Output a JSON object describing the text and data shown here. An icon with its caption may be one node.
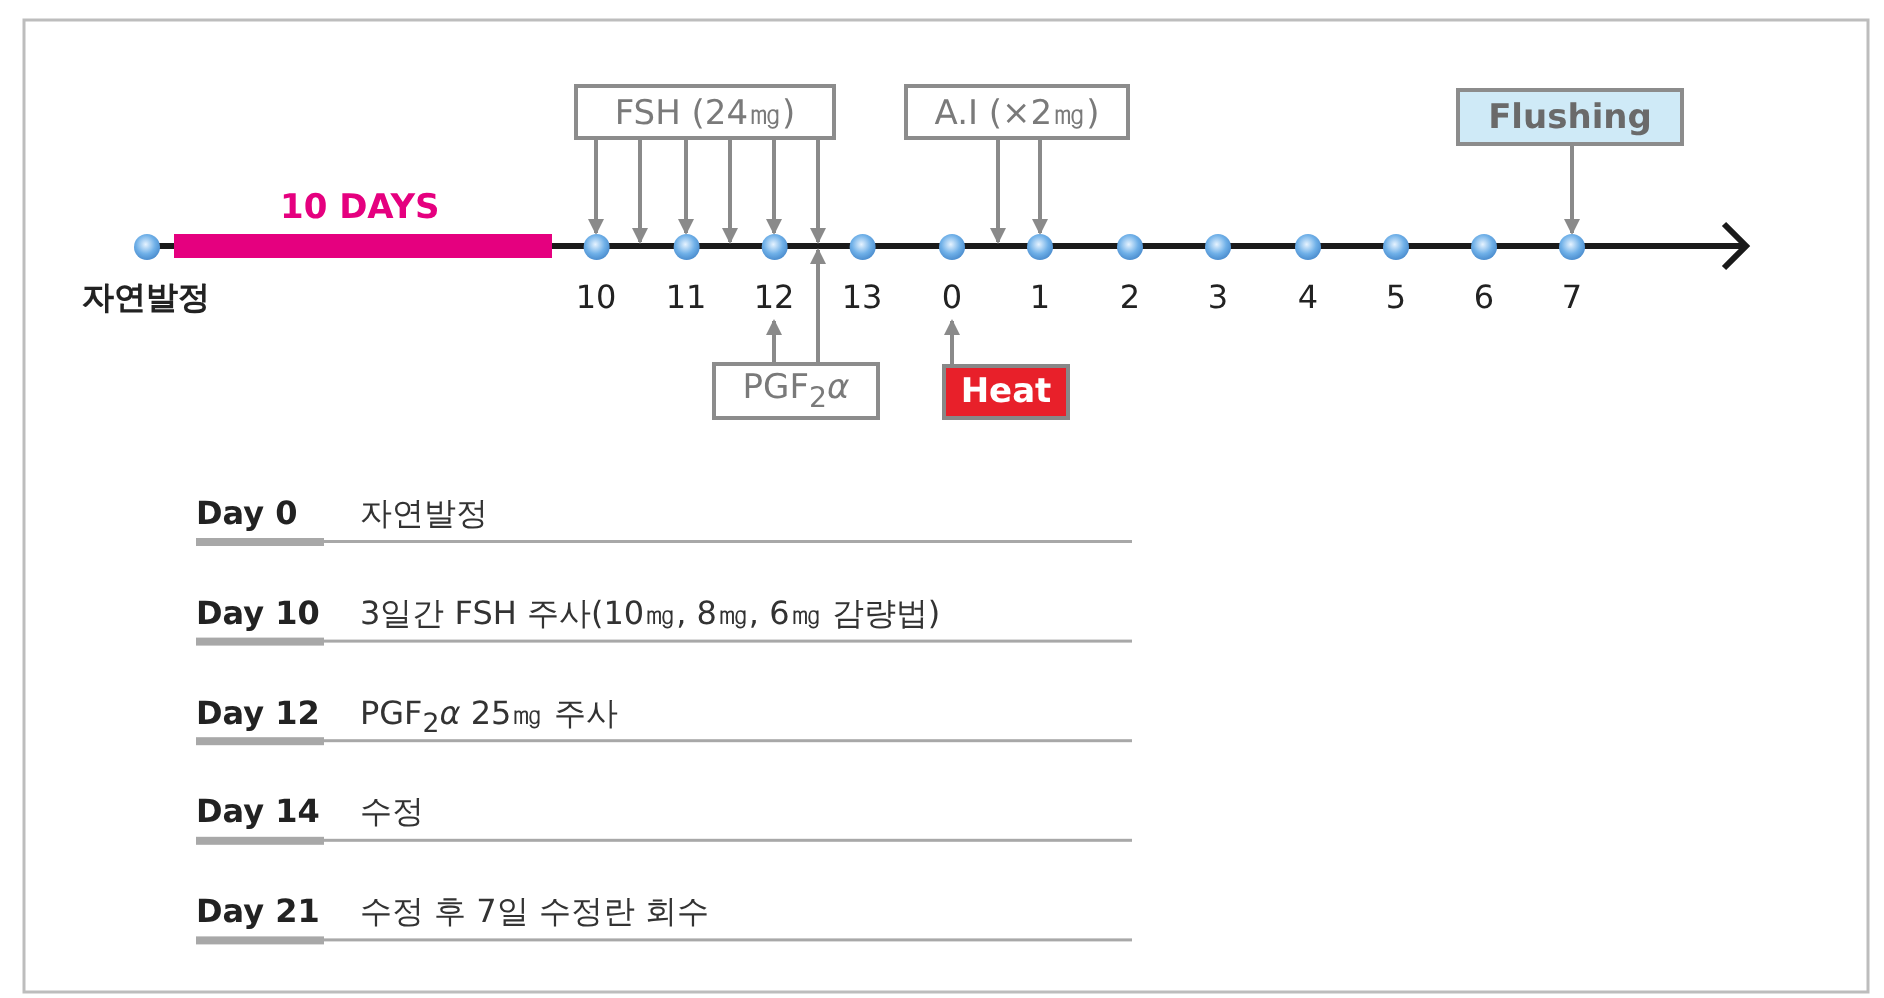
{
  "diagram": {
    "nodes": [
      {
        "text": [
          "FSH (24㎎)"
        ]
      },
      {
        "text": [
          "A.I (×2㎎)"
        ]
      },
      {
        "text": [
          "Flushing"
        ]
      },
      {
        "text": [
          "PGF$_{2}$*α*"
        ]
      },
      {
        "text": [
          "Heat"
        ]
      },
      {
        "text": [],
        "shape": "circle",
        "beside": [
          "자연발정"
        ]
      },
      {
        "text": [],
        "shape": "circle",
        "beside": [
          "10"
        ]
      },
      {
        "text": [],
        "shape": "circle",
        "beside": [
          "11"
        ]
      },
      {
        "text": [],
        "shape": "circle",
        "beside": [
          "12"
        ]
      },
      {
        "text": [],
        "shape": "circle",
        "beside": [
          "13"
        ]
      },
      {
        "text": [],
        "shape": "circle",
        "beside": [
          "0"
        ]
      },
      {
        "text": [],
        "shape": "circle",
        "beside": [
          "1"
        ]
      },
      {
        "text": [],
        "shape": "circle",
        "beside": [
          "2"
        ]
      },
      {
        "text": [],
        "shape": "circle",
        "beside": [
          "3"
        ]
      },
      {
        "text": [],
        "shape": "circle",
        "beside": [
          "4"
        ]
      },
      {
        "text": [],
        "shape": "circle",
        "beside": [
          "5"
        ]
      },
      {
        "text": [],
        "shape": "circle",
        "beside": [
          "6"
        ]
      },
      {
        "text": [],
        "shape": "circle",
        "beside": [
          "7"
        ]
      }
    ],
    "edges": [
      {
        "from": 0,
        "to": 6,
        "arrow": "to"
      },
      {
        "from": 0,
        "to": 6,
        "arrow": "to"
      },
      {
        "from": 0,
        "to": 7,
        "arrow": "to"
      },
      {
        "from": 0,
        "to": 7,
        "arrow": "to"
      },
      {
        "from": 0,
        "to": 8,
        "arrow": "to"
      },
      {
        "from": 0,
        "to": 8,
        "arrow": "to"
      },
      {
        "from": 1,
        "to": 10,
        "arrow": "to"
      },
      {
        "from": 1,
        "to": 11,
        "arrow": "to"
      },
      {
        "from": 2,
        "to": 17,
        "arrow": "to"
      },
      {
        "from": 3,
        "to": 8,
        "arrow": "to"
      },
      {
        "from": 3,
        "to": 8,
        "arrow": "to"
      },
      {
        "from": 4,
        "to": 10,
        "arrow": "to"
      }
    ],
    "labels": [
      "10 DAYS",
      "Day 0",
      "자연발정",
      "Day 10",
      "3일간 FSH 주사(10㎎, 8㎎, 6㎎ 감량법)",
      "Day 12",
      "PGF$_{2}$*α*  25㎎ 주사",
      "Day 14",
      "수정",
      "Day 21",
      "수정 후 7일 수정란 회수"
    ]
  }
}
